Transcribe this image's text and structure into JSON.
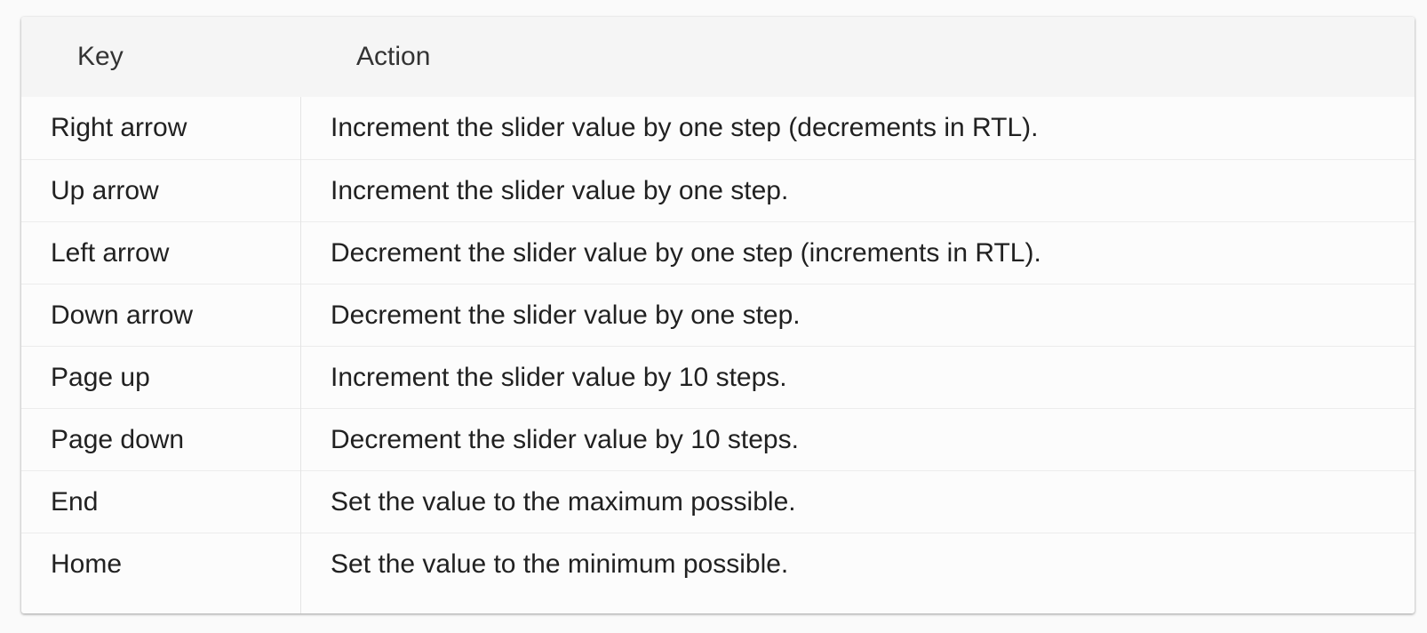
{
  "table": {
    "headers": {
      "key": "Key",
      "action": "Action"
    },
    "rows": [
      {
        "key": "Right arrow",
        "action": "Increment the slider value by one step (decrements in RTL)."
      },
      {
        "key": "Up arrow",
        "action": "Increment the slider value by one step."
      },
      {
        "key": "Left arrow",
        "action": "Decrement the slider value by one step (increments in RTL)."
      },
      {
        "key": "Down arrow",
        "action": "Decrement the slider value by one step."
      },
      {
        "key": "Page up",
        "action": "Increment the slider value by 10 steps."
      },
      {
        "key": "Page down",
        "action": "Decrement the slider value by 10 steps."
      },
      {
        "key": "End",
        "action": "Set the value to the maximum possible."
      },
      {
        "key": "Home",
        "action": "Set the value to the minimum possible."
      }
    ]
  }
}
